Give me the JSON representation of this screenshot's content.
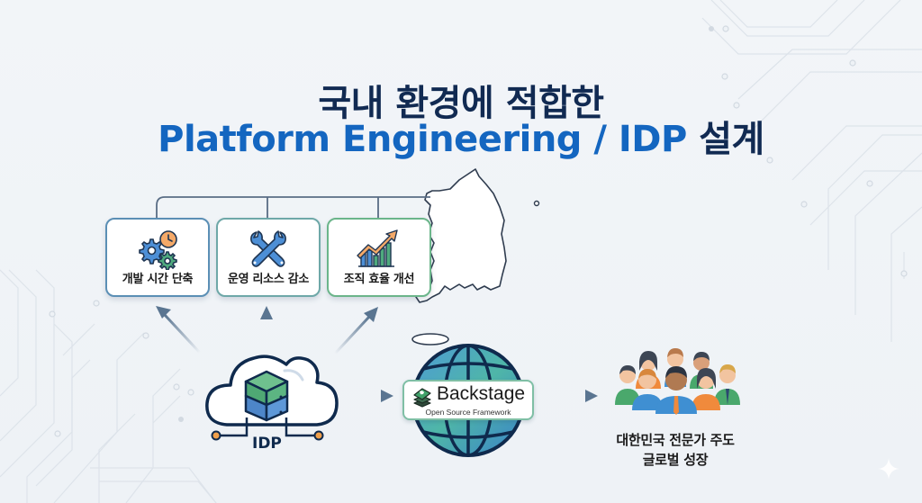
{
  "title": {
    "line1": "국내 환경에 적합한",
    "line2_en": "Platform Engineering / IDP",
    "line2_kr": " 설계"
  },
  "benefits": [
    {
      "label": "개발 시간 단축",
      "icon": "gears-clock-icon"
    },
    {
      "label": "운영 리소스 감소",
      "icon": "wrench-screwdriver-icon"
    },
    {
      "label": "조직 효율 개선",
      "icon": "growth-chart-icon"
    }
  ],
  "idp": {
    "label": "IDP",
    "icon": "cloud-server-icon"
  },
  "backstage": {
    "name": "Backstage",
    "subtitle": "Open Source Framework",
    "icon": "globe-icon"
  },
  "outcome": {
    "line1": "대한민국 전문가 주도",
    "line2": "글로벌 성장",
    "icon": "people-group-icon"
  },
  "map": {
    "icon": "south-korea-map-icon"
  },
  "colors": {
    "title_dark": "#112a52",
    "title_blue": "#1466c0",
    "arrow": "#5a7591",
    "card_border_1": "#5b8fb5",
    "card_border_2": "#6ea8a8",
    "card_border_3": "#6bb58a",
    "accent_orange": "#f0a04b",
    "accent_green": "#4fae7a"
  }
}
